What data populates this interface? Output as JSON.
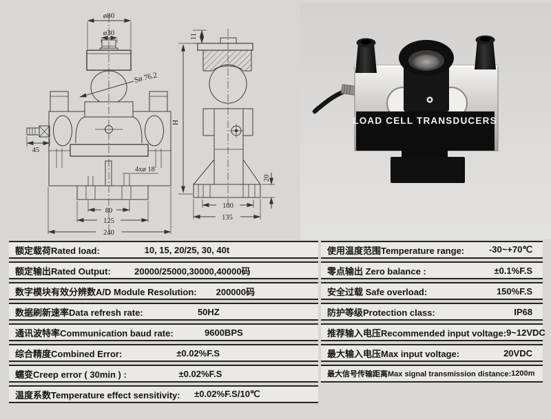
{
  "drawings": {
    "front_view": {
      "dim_top_diameter": "ø80",
      "dim_cap_diameter": "ø30",
      "dim_sphere": "Sø 76.2",
      "dim_cable_length": "45",
      "dim_holes": "4xø 18",
      "dim_hole_spacing": "80",
      "dim_flange_width": "125",
      "dim_total_width": "240"
    },
    "side_view": {
      "dim_plate_thickness": "11",
      "dim_height": "H",
      "dim_base_thickness": "20",
      "dim_base_top_width": "100",
      "dim_base_width": "135"
    }
  },
  "photo": {
    "label_text": "LOAD CELL TRANSDUCERS"
  },
  "spec_table": {
    "left_rows": [
      {
        "label": "额定载荷Rated load:",
        "value": "10, 15, 20/25, 30, 40t"
      },
      {
        "label": "额定输出Rated Output:",
        "value": "20000/25000,30000,40000码"
      },
      {
        "label": "数字模块有效分辨数A/D Module Resolution:",
        "value": "200000码"
      },
      {
        "label": "数据刷新速率Data refresh rate:",
        "value": "50HZ"
      },
      {
        "label": "通讯波特率Communication baud rate:",
        "value": "9600BPS"
      },
      {
        "label": "综合精度Combined Error:",
        "value": "±0.02%F.S"
      },
      {
        "label": "蠕变Creep error ( 30min ) :",
        "value": "±0.02%F.S"
      },
      {
        "label": "温度系数Temperature effect sensitivity:",
        "value": "±0.02%F.S/10℃"
      }
    ],
    "right_rows": [
      {
        "label": "使用温度范围Temperature range:",
        "value": "-30~+70℃"
      },
      {
        "label": "零点输出 Zero balance :",
        "value": "±0.1%F.S"
      },
      {
        "label": "安全过载 Safe overload:",
        "value": "150%F.S"
      },
      {
        "label": "防护等级Protection class:",
        "value": "IP68"
      },
      {
        "label": "推荐输入电压Recommended input voltage:",
        "value": "9~12VDC"
      },
      {
        "label": "最大输入电压Max input voltage:",
        "value": "20VDC"
      },
      {
        "label": "最大信号传输距离Max signal transmission distance:",
        "value": "1200m"
      }
    ]
  },
  "colors": {
    "page_background": "#d8d7d3",
    "row_fill": "#eae9e5",
    "row_border": "#232323",
    "drawing_line": "#3c3c3c",
    "product_black": "#101010"
  }
}
